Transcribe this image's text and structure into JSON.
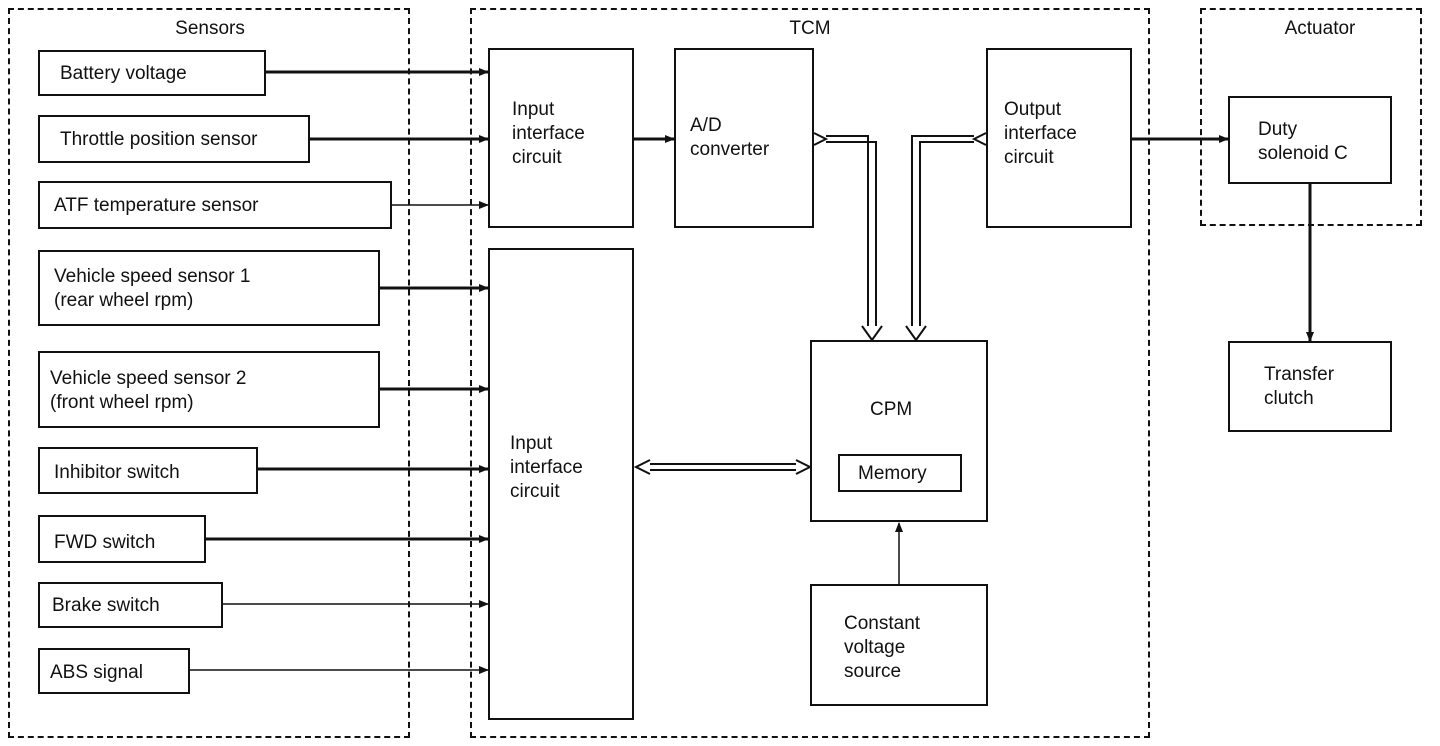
{
  "regions": {
    "sensors": "Sensors",
    "tcm": "TCM",
    "actuator": "Actuator"
  },
  "sensors": {
    "battery_voltage": "Battery voltage",
    "throttle_position": "Throttle position sensor",
    "atf_temperature": "ATF temperature sensor",
    "vehicle_speed_1": "Vehicle speed sensor 1\n (rear wheel rpm)",
    "vehicle_speed_2": "Vehicle speed sensor 2\n(front wheel rpm)",
    "inhibitor_switch": "Inhibitor switch",
    "fwd_switch": "FWD switch",
    "brake_switch": "Brake switch",
    "abs_signal": "ABS signal"
  },
  "tcm": {
    "input_interface_top": "Input\ninterface\ncircuit",
    "input_interface_bottom": "Input\ninterface\ncircuit",
    "ad_converter": "A/D\nconverter",
    "output_interface": "Output\ninterface\ncircuit",
    "cpm": "CPM",
    "memory": "Memory",
    "constant_voltage": "Constant\nvoltage\nsource"
  },
  "actuator": {
    "duty_solenoid": "Duty\nsolenoid C",
    "transfer_clutch": "Transfer\nclutch"
  }
}
